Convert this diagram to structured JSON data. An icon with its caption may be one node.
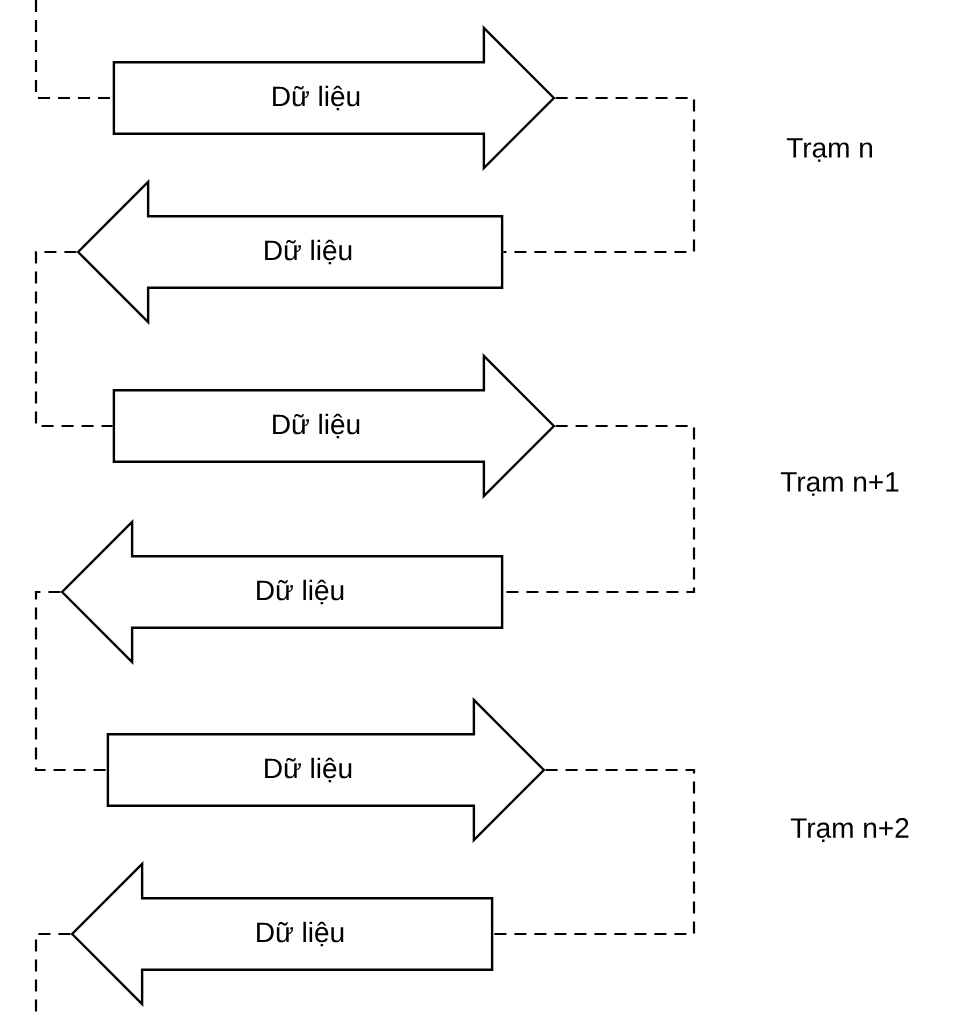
{
  "diagram": {
    "nodes": [
      {
        "text": [
          "Dữ liệu"
        ]
      },
      {
        "text": [
          "Dữ liệu"
        ]
      },
      {
        "text": [
          "Dữ liệu"
        ]
      },
      {
        "text": [
          "Dữ liệu"
        ]
      },
      {
        "text": [
          "Dữ liệu"
        ]
      },
      {
        "text": [
          "Dữ liệu"
        ]
      }
    ],
    "edges": [
      {
        "from": null,
        "to": 0,
        "arrow": "none",
        "style": "dashed"
      },
      {
        "from": 0,
        "to": 1,
        "arrow": "none",
        "style": "dashed"
      },
      {
        "from": 1,
        "to": 2,
        "arrow": "none",
        "style": "dashed"
      },
      {
        "from": 2,
        "to": 3,
        "arrow": "none",
        "style": "dashed"
      },
      {
        "from": 3,
        "to": 4,
        "arrow": "none",
        "style": "dashed"
      },
      {
        "from": 4,
        "to": 5,
        "arrow": "none",
        "style": "dashed"
      },
      {
        "from": 5,
        "to": null,
        "arrow": "none",
        "style": "dashed"
      }
    ],
    "labels": [
      "Trạm n",
      "Trạm n+1",
      "Trạm n+2"
    ]
  }
}
